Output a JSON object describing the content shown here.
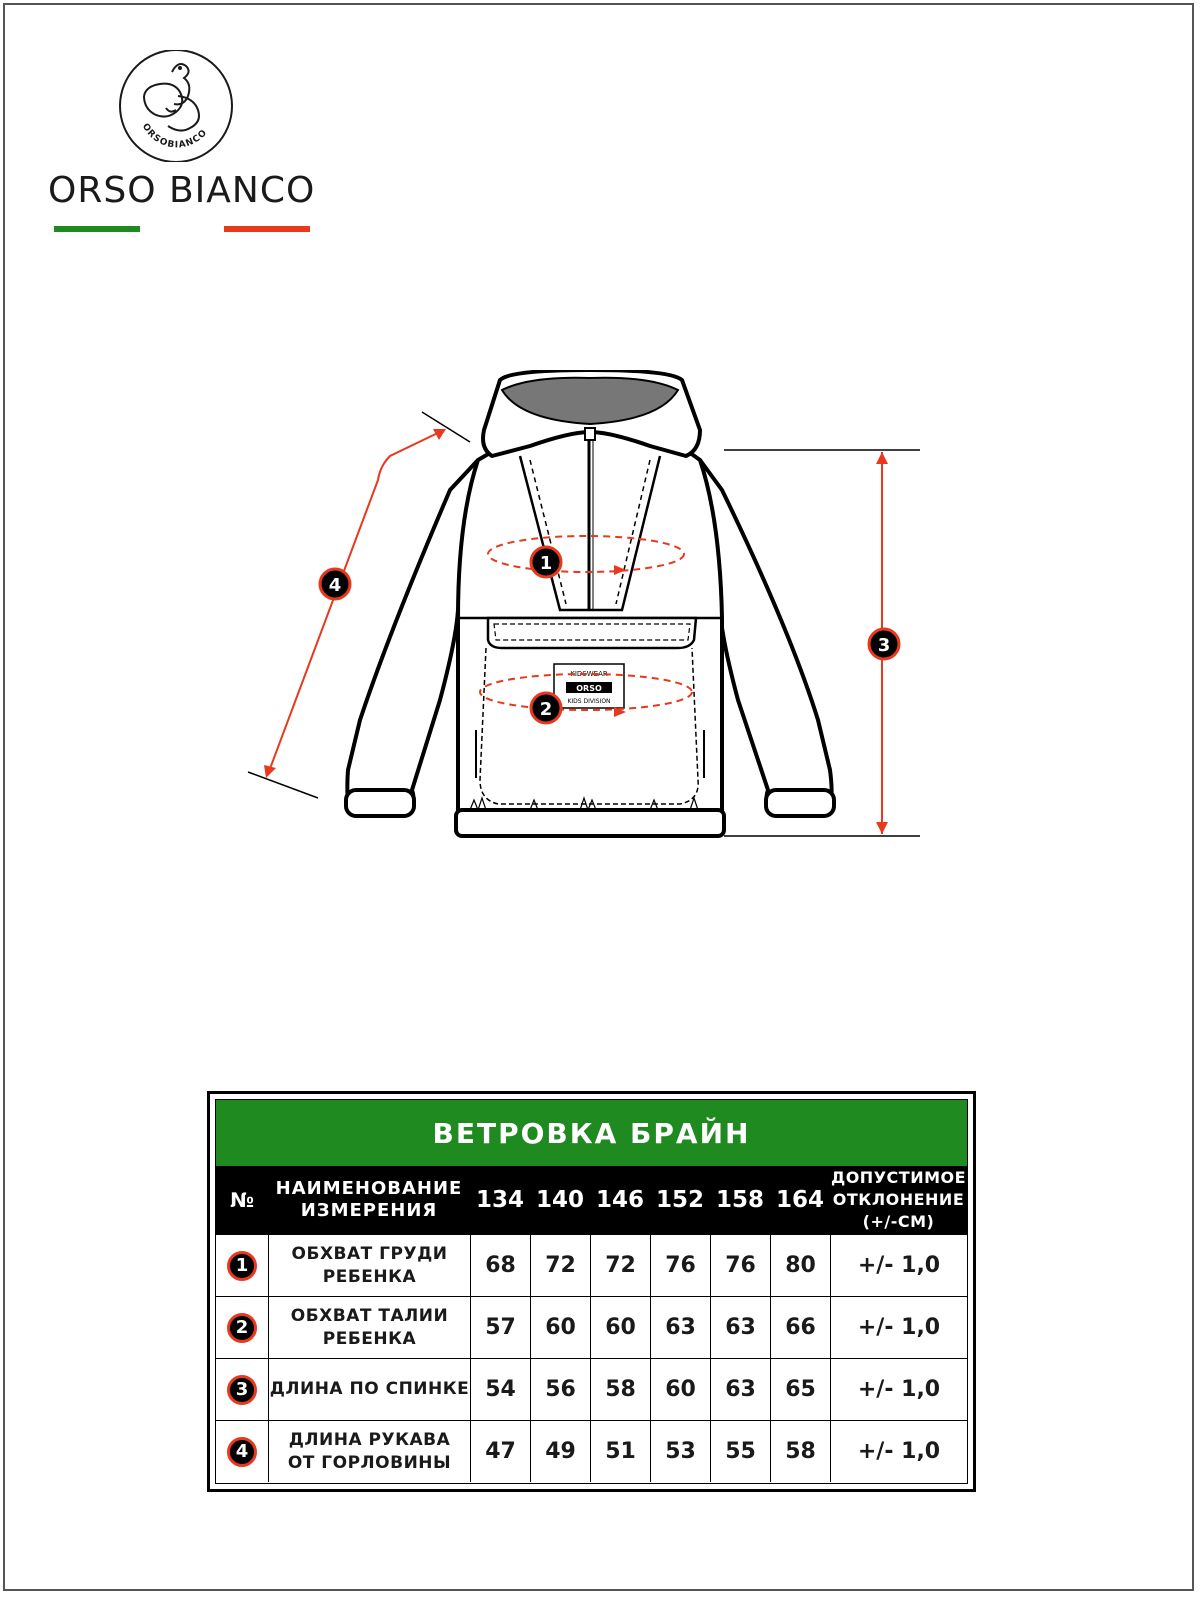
{
  "brand": {
    "name": "ORSO BIANCO",
    "seal_text": "ORSOBIANCO",
    "flag_green": "#1f8a1f",
    "flag_red": "#e8391e"
  },
  "diagram": {
    "marker_labels": [
      "1",
      "2",
      "3",
      "4"
    ],
    "patch_line1": "KIDSWEAR",
    "patch_line2": "ORSO",
    "patch_line3": "KIDS DIVISION",
    "measure_color": "#e8391e"
  },
  "table": {
    "title": "ВЕТРОВКА  БРАЙН",
    "title_color": "#1f8a1f",
    "header": {
      "number": "№",
      "name_line1": "НАИМЕНОВАНИЕ",
      "name_line2": "ИЗМЕРЕНИЯ",
      "sizes": [
        "134",
        "140",
        "146",
        "152",
        "158",
        "164"
      ],
      "tolerance_line1": "ДОПУСТИМОЕ",
      "tolerance_line2": "ОТКЛОНЕНИЕ",
      "tolerance_line3": "(+/-СМ)"
    },
    "rows": [
      {
        "num": "1",
        "name_line1": "ОБХВАТ ГРУДИ",
        "name_line2": "РЕБЕНКА",
        "values": [
          "68",
          "72",
          "72",
          "76",
          "76",
          "80"
        ],
        "tolerance": "+/- 1,0"
      },
      {
        "num": "2",
        "name_line1": "ОБХВАТ ТАЛИИ",
        "name_line2": "РЕБЕНКА",
        "values": [
          "57",
          "60",
          "60",
          "63",
          "63",
          "66"
        ],
        "tolerance": "+/- 1,0"
      },
      {
        "num": "3",
        "name_line1": "ДЛИНА ПО СПИНКЕ",
        "name_line2": "",
        "values": [
          "54",
          "56",
          "58",
          "60",
          "63",
          "65"
        ],
        "tolerance": "+/- 1,0"
      },
      {
        "num": "4",
        "name_line1": "ДЛИНА РУКАВА",
        "name_line2": "ОТ ГОРЛОВИНЫ",
        "values": [
          "47",
          "49",
          "51",
          "53",
          "55",
          "58"
        ],
        "tolerance": "+/- 1,0"
      }
    ]
  }
}
